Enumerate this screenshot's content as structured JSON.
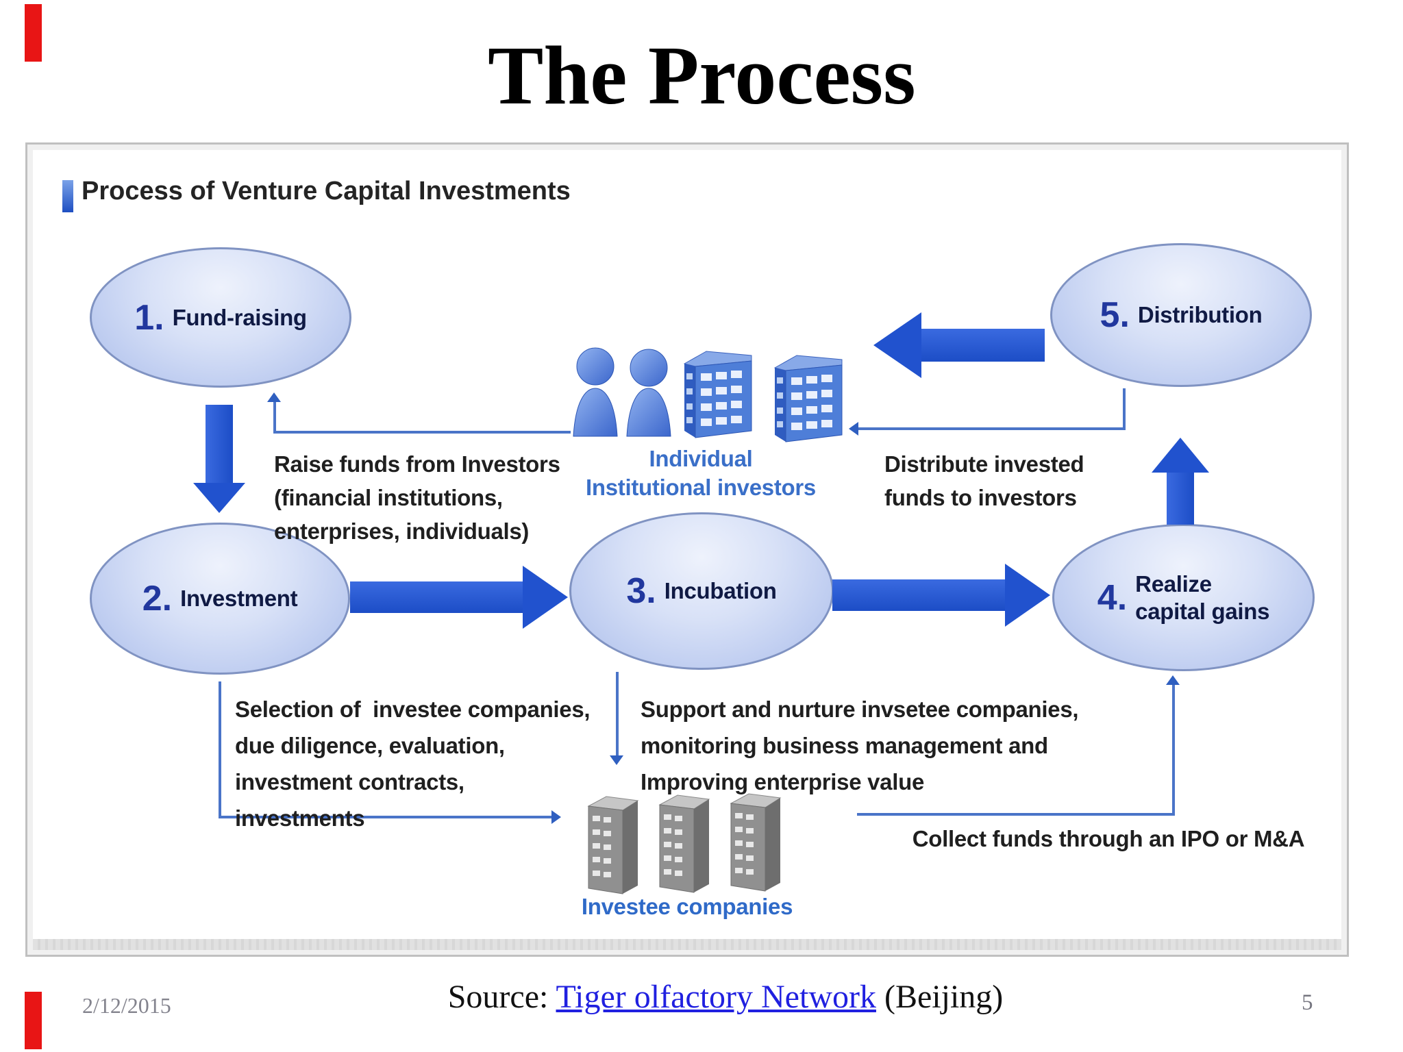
{
  "slide": {
    "title": "The Process",
    "date": "2/12/2015",
    "page_number": "5",
    "source": {
      "prefix": "Source: ",
      "link": "Tiger olfactory Network",
      "suffix": " (Beijing)"
    }
  },
  "diagram": {
    "header": "Process of Venture Capital Investments",
    "steps": [
      {
        "num": "1.",
        "label": "Fund-raising"
      },
      {
        "num": "2.",
        "label": "Investment"
      },
      {
        "num": "3.",
        "label": "Incubation"
      },
      {
        "num": "4.",
        "label_lines": [
          "Realize",
          "capital gains"
        ]
      },
      {
        "num": "5.",
        "label": "Distribution"
      }
    ],
    "annotations": {
      "raise_funds": [
        "Raise funds from Investors",
        "(financial institutions,",
        "enterprises, individuals)"
      ],
      "distribute": [
        "Distribute invested",
        "funds to investors"
      ],
      "selection": [
        "Selection of  investee companies,",
        "due diligence, evaluation,",
        "investment contracts,",
        "investments"
      ],
      "support": [
        "Support and nurture invsetee companies,",
        "monitoring business management and",
        "Improving enterprise value"
      ],
      "collect": "Collect funds through an IPO or M&A",
      "investors_label": [
        "Individual",
        "Institutional investors"
      ],
      "investee_label": "Investee companies"
    },
    "icons": [
      "person-icon",
      "office-building-blue-icon",
      "office-building-gray-icon"
    ],
    "colors": {
      "accent_red": "#e81515",
      "arrow_blue": "#2152ce",
      "thin_line_blue": "#4a74c8",
      "ellipse_border": "#8093c2",
      "ellipse_fill": "#c6d4f2",
      "label_navy": "#101a44",
      "blue_text": "#3a6fc8",
      "link_blue": "#2020e0"
    }
  }
}
